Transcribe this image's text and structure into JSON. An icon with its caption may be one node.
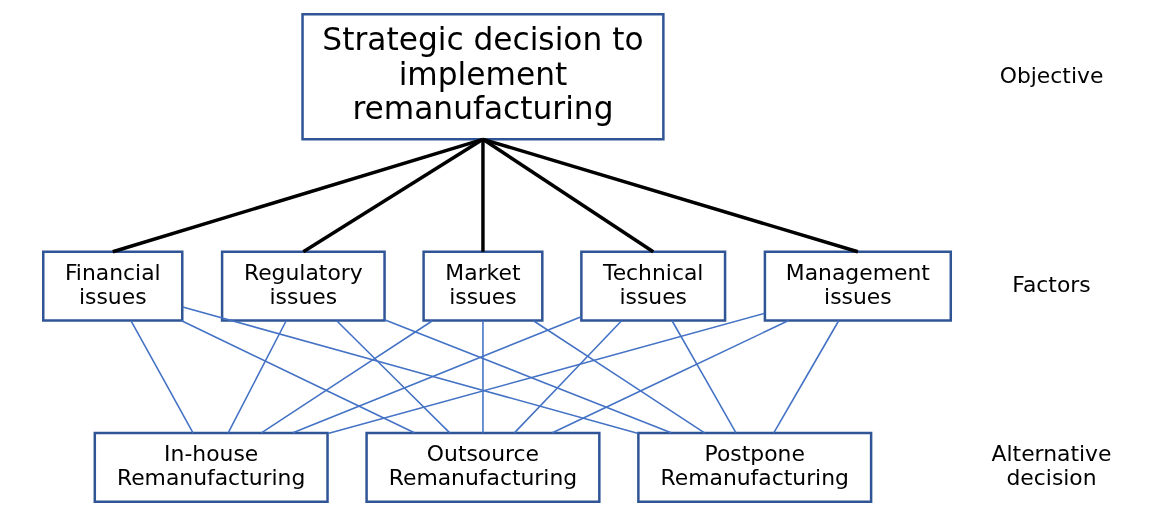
{
  "diagram": {
    "nodes": [
      {
        "text": [
          "Strategic decision to implement remanufacturing"
        ]
      },
      {
        "text": [
          "Technical issues"
        ]
      },
      {
        "text": [
          "Management issues"
        ]
      },
      {
        "text": [
          "Financial issues"
        ]
      },
      {
        "text": [
          "Regulatory issues"
        ]
      },
      {
        "text": [
          "Market issues"
        ]
      },
      {
        "text": [
          "In-house Remanufacturing"
        ]
      },
      {
        "text": [
          "Outsource Remanufacturing"
        ]
      },
      {
        "text": [
          "Postpone Remanufacturing"
        ]
      }
    ],
    "edges": [
      {
        "from": 0,
        "to": 1,
        "arrow": "none",
        "style": "thick",
        "color": "#000000"
      },
      {
        "from": 0,
        "to": 2,
        "arrow": "none",
        "style": "thick",
        "color": "#000000"
      },
      {
        "from": 0,
        "to": 3,
        "arrow": "none",
        "style": "thick",
        "color": "#000000"
      },
      {
        "from": 0,
        "to": 4,
        "arrow": "none",
        "style": "thick",
        "color": "#000000"
      },
      {
        "from": 0,
        "to": 5,
        "arrow": "none",
        "style": "thick",
        "color": "#000000"
      },
      {
        "from": 1,
        "to": 6,
        "arrow": "none"
      },
      {
        "from": 1,
        "to": 7,
        "arrow": "none"
      },
      {
        "from": 1,
        "to": 8,
        "arrow": "none"
      },
      {
        "from": 2,
        "to": 6,
        "arrow": "none"
      },
      {
        "from": 2,
        "to": 7,
        "arrow": "none"
      },
      {
        "from": 2,
        "to": 8,
        "arrow": "none"
      },
      {
        "from": 3,
        "to": 6,
        "arrow": "none"
      },
      {
        "from": 3,
        "to": 7,
        "arrow": "none"
      },
      {
        "from": 3,
        "to": 8,
        "arrow": "none"
      },
      {
        "from": 4,
        "to": 6,
        "arrow": "none"
      },
      {
        "from": 4,
        "to": 7,
        "arrow": "none"
      },
      {
        "from": 4,
        "to": 8,
        "arrow": "none"
      },
      {
        "from": 5,
        "to": 6,
        "arrow": "none"
      },
      {
        "from": 5,
        "to": 7,
        "arrow": "none"
      },
      {
        "from": 5,
        "to": 8,
        "arrow": "none"
      }
    ],
    "labels": [
      "Objective",
      "Factors",
      "Alternative decision"
    ]
  }
}
